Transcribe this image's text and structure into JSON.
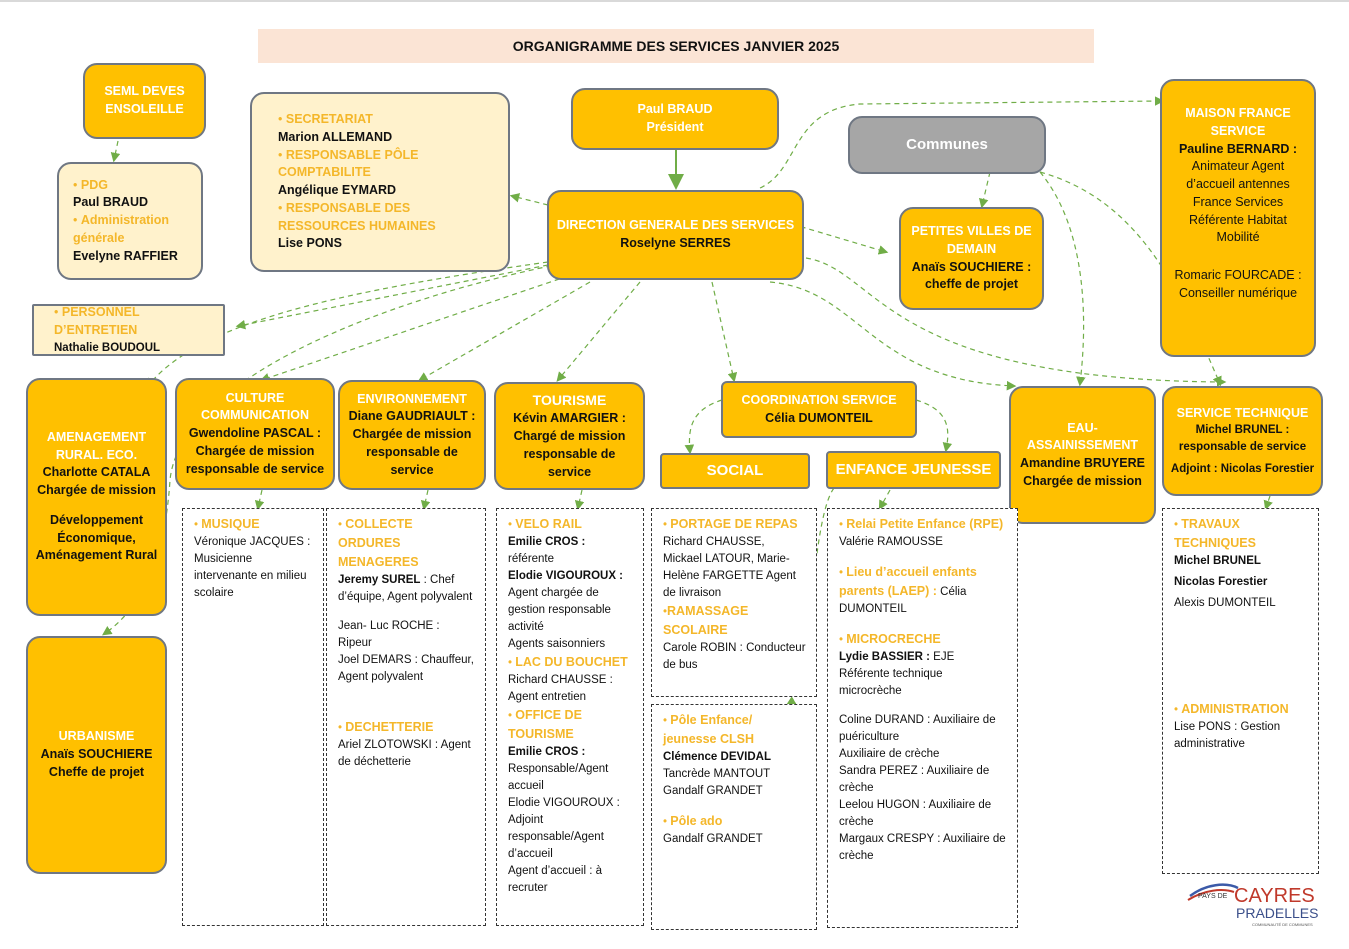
{
  "title": "ORGANIGRAMME DES SERVICES JANVIER 2025",
  "colors": {
    "box": "#ffc000",
    "pale": "#fff2cc",
    "grey": "#a6a6a6",
    "orange_text": "#f4b72a",
    "connector": "#70ad47",
    "title_band": "#fbe4d5"
  },
  "seml": {
    "name": "SEML DEVES ENSOLEILLE"
  },
  "seml_detail": {
    "role1": "PDG",
    "person1": "Paul BRAUD",
    "role2": "Administration générale",
    "person2": "Evelyne RAFFIER"
  },
  "president": {
    "name": "Paul BRAUD",
    "title": "Président"
  },
  "secretariat": {
    "role1": "SECRETARIAT",
    "person1": "Marion ALLEMAND",
    "role2": "RESPONSABLE PÔLE COMPTABILITE",
    "person2": "Angélique EYMARD",
    "role3": "RESPONSABLE DES RESSOURCES HUMAINES",
    "person3": "Lise PONS"
  },
  "dgs": {
    "title": "DIRECTION GENERALE DES SERVICES",
    "person": "Roselyne SERRES"
  },
  "communes": {
    "name": "Communes"
  },
  "pvd": {
    "title": "PETITES VILLES DE DEMAIN",
    "person": "Anaïs SOUCHIERE : cheffe de projet"
  },
  "mfs": {
    "title": "MAISON FRANCE SERVICE",
    "person1": "Pauline BERNARD :",
    "role1": "Animateur Agent d’accueil antennes France Services Référente Habitat Mobilité",
    "person2": "Romaric FOURCADE : Conseiller numérique"
  },
  "entretien": {
    "role": "PERSONNEL D’ENTRETIEN",
    "person": "Nathalie BOUDOUL"
  },
  "amenagement": {
    "title": "AMENAGEMENT RURAL. ECO.",
    "person": "Charlotte CATALA",
    "role": "Chargée de mission",
    "extra": "Développement Économique, Aménagement Rural"
  },
  "urbanisme": {
    "title": "URBANISME",
    "person": "Anaïs SOUCHIERE",
    "role": "Cheffe de projet"
  },
  "culture": {
    "title": "CULTURE COMMUNICATION",
    "person": "Gwendoline PASCAL : Chargée de mission responsable de service"
  },
  "environnement": {
    "title": "ENVIRONNEMENT",
    "person": "Diane GAUDRIAULT : Chargée de mission responsable de service"
  },
  "tourisme": {
    "title": "TOURISME",
    "person": "Kévin AMARGIER : Chargé de mission responsable de service"
  },
  "coordination": {
    "title": "COORDINATION SERVICE",
    "person": "Célia DUMONTEIL"
  },
  "social": {
    "title": "SOCIAL"
  },
  "enfance": {
    "title": "ENFANCE JEUNESSE"
  },
  "eau": {
    "title": "EAU-ASSAINISSEMENT",
    "person": "Amandine BRUYERE",
    "role": "Chargée de mission"
  },
  "technique": {
    "title": "SERVICE TECHNIQUE",
    "person": "Michel BRUNEL : responsable de service",
    "adjoint": "Adjoint : Nicolas Forestier"
  },
  "musique": {
    "head": "MUSIQUE",
    "text": "Véronique JACQUES : Musicienne intervenante en milieu scolaire"
  },
  "env_panel": {
    "h1": "COLLECTE ORDURES MENAGERES",
    "p1_name": "Jeremy SUREL",
    "p1_role": " : Chef d’équipe, Agent polyvalent",
    "p2": "Jean- Luc ROCHE : Ripeur",
    "p3": "Joel DEMARS : Chauffeur, Agent polyvalent",
    "h2": "DECHETTERIE",
    "p4": "Ariel ZLOTOWSKI : Agent de déchetterie"
  },
  "tour_panel": {
    "h1": "VELO RAIL",
    "p1_name": "Emilie CROS :",
    "p1_role": "référente",
    "p2_name": "Elodie VIGOUROUX :",
    "p2_role": "Agent chargée de gestion responsable activité",
    "p2_extra": "Agents saisonniers",
    "h2": "LAC DU BOUCHET",
    "p3": "Richard CHAUSSE : Agent entretien",
    "h3": "OFFICE DE TOURISME",
    "p4_name": "Emilie CROS :",
    "p4_role": "Responsable/Agent accueil",
    "p5": "Elodie VIGOUROUX : Adjoint responsable/Agent d’accueil",
    "p6": "Agent d’accueil : à recruter"
  },
  "social_panel": {
    "h1": "PORTAGE DE REPAS",
    "p1": "Richard CHAUSSE, Mickael LATOUR, Marie-Helène FARGETTE Agent de livraison",
    "h2": "RAMASSAGE SCOLAIRE",
    "p2": "Carole ROBIN : Conducteur de bus"
  },
  "pole_panel": {
    "h1": "Pôle Enfance/ jeunesse CLSH",
    "p1": "Clémence DEVIDAL",
    "p2": "Tancrède MANTOUT Gandalf GRANDET",
    "h2": "Pôle ado",
    "p3": "Gandalf GRANDET"
  },
  "enfance_panel": {
    "h1": "Relai Petite Enfance (RPE)",
    "p1": "Valérie RAMOUSSE",
    "h2": "Lieu d’accueil enfants parents (LAEP) :",
    "h2_person": " Célia DUMONTEIL",
    "h3": "MICROCRECHE",
    "p2_name": "Lydie BASSIER :",
    "p2_role": " EJE Référente technique microcrèche",
    "p3": "Coline DURAND : Auxiliaire de puériculture",
    "p4": "Auxiliaire de crèche",
    "p5": "Sandra PEREZ : Auxiliaire de crèche",
    "p6": "Leelou HUGON : Auxiliaire de crèche",
    "p7": "Margaux CRESPY : Auxiliaire de crèche"
  },
  "tech_panel": {
    "h1": "TRAVAUX TECHNIQUES",
    "p1": "Michel BRUNEL",
    "p2": "Nicolas Forestier",
    "p3": "Alexis DUMONTEIL",
    "h2": "ADMINISTRATION",
    "p4": "Lise PONS : Gestion administrative"
  },
  "logo": {
    "small": "PAYS DE",
    "big1": "CAYRES",
    "big2": "PRADELLES",
    "tag": "COMMUNAUTÉ DE COMMUNES"
  }
}
